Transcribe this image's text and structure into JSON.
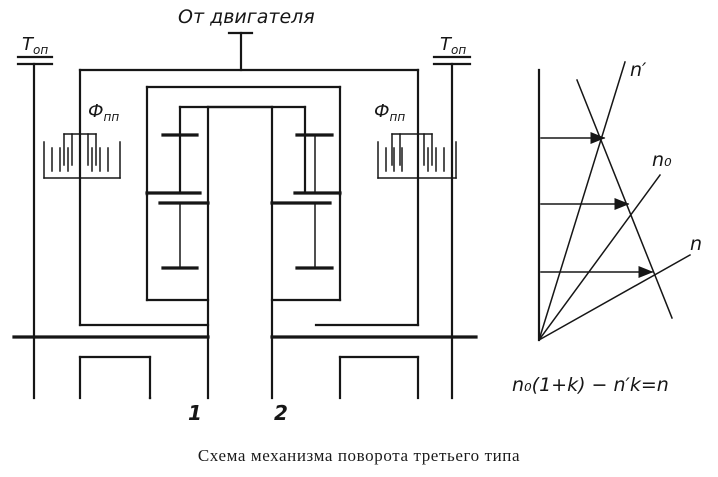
{
  "labels": {
    "engine_input": "От двигателя",
    "brake_left": "Т",
    "brake_left_sub": "оп",
    "brake_right": "Т",
    "brake_right_sub": "оп",
    "clutch_left": "Ф",
    "clutch_left_sub": "пп",
    "clutch_right": "Ф",
    "clutch_right_sub": "пп",
    "shaft_1": "1",
    "shaft_2": "2"
  },
  "speed_diagram": {
    "line_n_prime": "n′",
    "line_n0": "n₀",
    "line_n": "n"
  },
  "formula": "n₀(1+k) − n′k=n",
  "caption": "Схема механизма поворота третьего типа"
}
